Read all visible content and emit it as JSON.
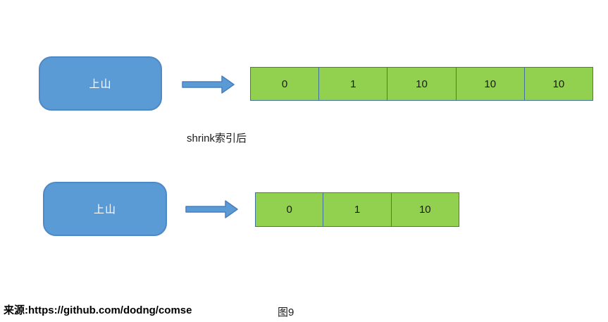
{
  "colors": {
    "node_fill": "#5B9BD5",
    "node_border": "#4e88c7",
    "node_text": "#ffffff",
    "cell_fill": "#92D050",
    "cell_border": "#41719C",
    "arrow_fill": "#5B9BD5",
    "arrow_border": "#4a7ebb"
  },
  "diagram": {
    "top": {
      "node_label": "上山",
      "cells": [
        "0",
        "1",
        "10",
        "10",
        "10"
      ]
    },
    "caption": "shrink索引后",
    "bottom": {
      "node_label": "上山",
      "cells": [
        "0",
        "1",
        "10"
      ]
    }
  },
  "footer": {
    "source": "来源:https://github.com/dodng/comse",
    "figure_label": "图9"
  }
}
